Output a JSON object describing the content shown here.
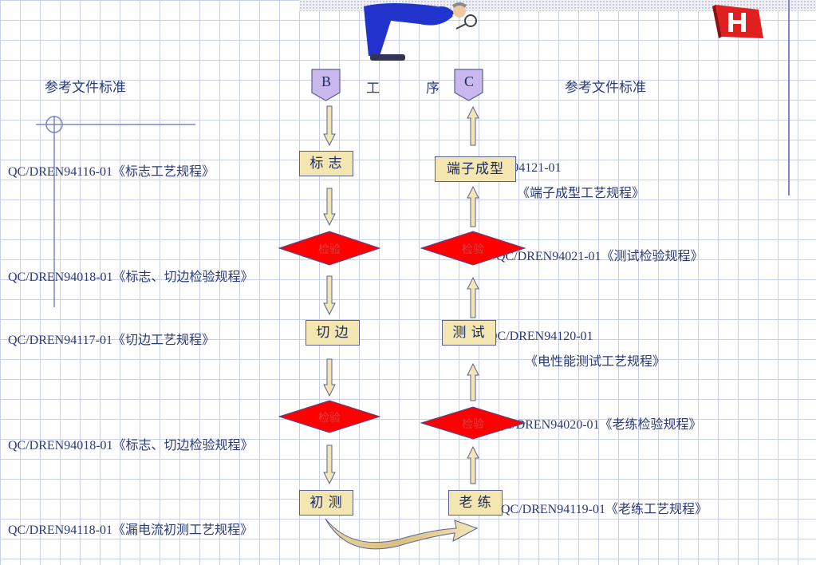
{
  "header": {
    "left_ref_title": "参考文件标准",
    "right_ref_title": "参考文件标准",
    "badge_b": "B",
    "badge_c": "C",
    "process_char1": "工",
    "process_char2": "序"
  },
  "left_steps": [
    {
      "label": "标 志"
    },
    {
      "label": "检验"
    },
    {
      "label": "切 边"
    },
    {
      "label": "检验"
    },
    {
      "label": "初 测"
    }
  ],
  "right_steps": [
    {
      "label": "端子成型"
    },
    {
      "label": "检验"
    },
    {
      "label": "测 试"
    },
    {
      "label": "检验"
    },
    {
      "label": "老 练"
    }
  ],
  "left_refs": [
    "QC/DREN94116-01《标志工艺规程》",
    "QC/DREN94018-01《标志、切边检验规程》",
    "QC/DREN94117-01《切边工艺规程》",
    "QC/DREN94018-01《标志、切边检验规程》",
    "QC/DREN94118-01《漏电流初测工艺规程》"
  ],
  "right_refs": [
    {
      "line1": "QC/DREN94121-01",
      "line2": "《端子成型工艺规程》"
    },
    {
      "line1": "QC/DREN94021-01《测试检验规程》"
    },
    {
      "line1": "QC/DREN94120-01",
      "line2": "《电性能测试工艺规程》"
    },
    {
      "line1": "QC/DREN94020-01《老练检验规程》"
    },
    {
      "line1": "QC/DREN94119-01《老练工艺规程》"
    }
  ],
  "colors": {
    "diamond": "#ff0000",
    "box_fill": "#f3e6b0",
    "badge_fill": "#c8b8ee",
    "text": "#2a3a7a"
  }
}
